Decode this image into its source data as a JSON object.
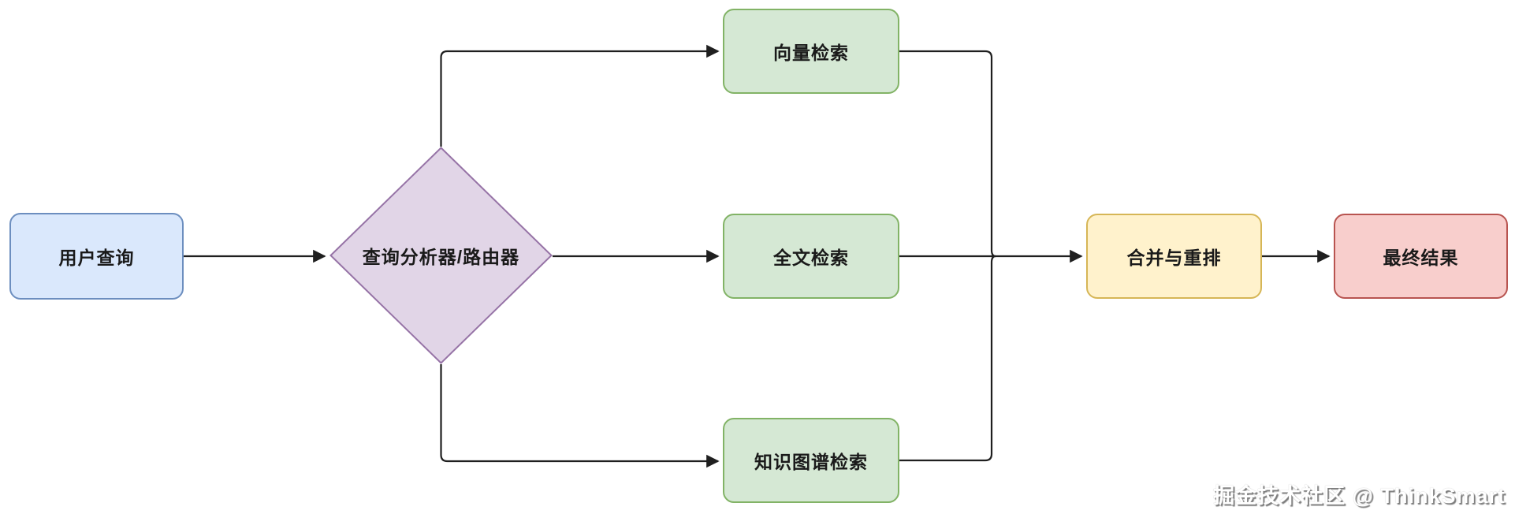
{
  "diagram": {
    "title_hint": "hybrid-retrieval-flowchart",
    "background": "#ffffff",
    "edge_color": "#1f1f1f",
    "text_color": "#1a1a1a",
    "nodes": {
      "user_query": {
        "label": "用户查询",
        "shape": "rounded-rect",
        "fill": "#dae8fc",
        "stroke": "#6c8ebf"
      },
      "router": {
        "label": "查询分析器/路由器",
        "shape": "diamond",
        "fill": "#e1d5e7",
        "stroke": "#9673a6"
      },
      "vector_search": {
        "label": "向量检索",
        "shape": "rounded-rect",
        "fill": "#d5e8d4",
        "stroke": "#82b366"
      },
      "fulltext_search": {
        "label": "全文检索",
        "shape": "rounded-rect",
        "fill": "#d5e8d4",
        "stroke": "#82b366"
      },
      "kg_search": {
        "label": "知识图谱检索",
        "shape": "rounded-rect",
        "fill": "#d5e8d4",
        "stroke": "#82b366"
      },
      "merge_rerank": {
        "label": "合并与重排",
        "shape": "rounded-rect",
        "fill": "#fff2cc",
        "stroke": "#d6b656"
      },
      "final_result": {
        "label": "最终结果",
        "shape": "rounded-rect",
        "fill": "#f8cecc",
        "stroke": "#b85450"
      }
    },
    "edges": [
      {
        "from": "user_query",
        "to": "router",
        "arrow": true
      },
      {
        "from": "router",
        "to": "vector_search",
        "arrow": true
      },
      {
        "from": "router",
        "to": "fulltext_search",
        "arrow": true
      },
      {
        "from": "router",
        "to": "kg_search",
        "arrow": true
      },
      {
        "from": "vector_search",
        "to": "merge_rerank",
        "arrow": false,
        "note": "joins shared trunk"
      },
      {
        "from": "fulltext_search",
        "to": "merge_rerank",
        "arrow": true
      },
      {
        "from": "kg_search",
        "to": "merge_rerank",
        "arrow": false,
        "note": "joins shared trunk"
      },
      {
        "from": "merge_rerank",
        "to": "final_result",
        "arrow": true
      }
    ],
    "watermark": "掘金技术社区 @ ThinkSmart"
  }
}
